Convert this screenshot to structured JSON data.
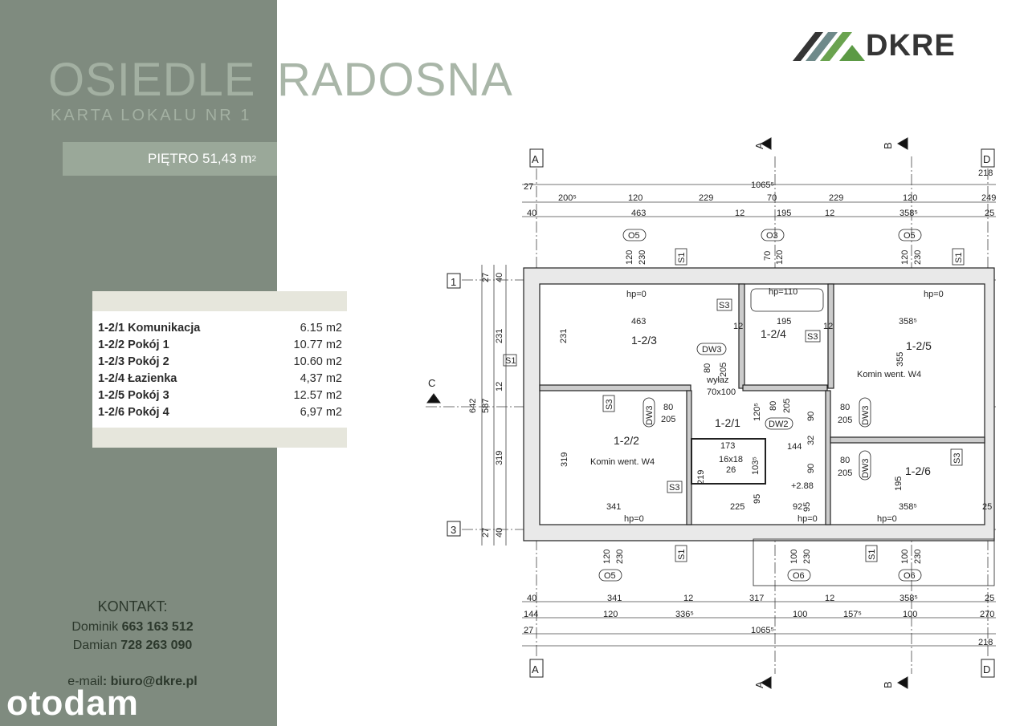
{
  "header": {
    "title_left": "OSIEDLE",
    "title_right": "RADOSNA",
    "subtitle": "KARTA LOKALU NR 1",
    "floor_label": "PIĘTRO  51,43 m",
    "floor_sup": "2"
  },
  "logo": {
    "text": "DKRE",
    "colors": {
      "dark": "#353535",
      "steel": "#6f8a8a",
      "green": "#6aa34f"
    }
  },
  "rooms": [
    {
      "name": "1-2/1 Komunikacja",
      "area": "6.15 m2"
    },
    {
      "name": "1-2/2 Pokój 1",
      "area": "10.77 m2"
    },
    {
      "name": "1-2/3 Pokój 2",
      "area": "10.60 m2"
    },
    {
      "name": "1-2/4 Łazienka",
      "area": "4,37 m2"
    },
    {
      "name": "1-2/5 Pokój 3",
      "area": "12.57 m2"
    },
    {
      "name": "1-2/6 Pokój 4",
      "area": "6,97 m2"
    }
  ],
  "contact": {
    "heading": "KONTAKT:",
    "people": [
      {
        "name": "Dominik",
        "phone": "663 163 512"
      },
      {
        "name": "Damian",
        "phone": "728 263 090"
      }
    ],
    "email_label": "e-mail",
    "email": ": biuro@dkre.pl"
  },
  "watermark": "otodam",
  "colors": {
    "panel": "#7f8b7f",
    "title": "#a9b6a8",
    "floor_box": "#9aa899",
    "table_band": "#e6e6dc"
  },
  "plan": {
    "axes": {
      "A": "A",
      "B": "B",
      "C": "C",
      "D": "D",
      "one": "1",
      "three": "3"
    },
    "top_row1": [
      "27",
      "1065⁵",
      "218"
    ],
    "top_row2": [
      "200⁵",
      "120",
      "229",
      "70",
      "229",
      "120",
      "249"
    ],
    "top_row3": [
      "40",
      "463",
      "12",
      "195",
      "12",
      "358⁵",
      "25"
    ],
    "bottom_row1": [
      "40",
      "341",
      "12",
      "317",
      "12",
      "358⁵",
      "25"
    ],
    "bottom_row2": [
      "144",
      "120",
      "336⁵",
      "100",
      "157⁵",
      "100",
      "270"
    ],
    "bottom_row3": [
      "27",
      "1065⁵",
      "218"
    ],
    "left_dims": [
      "27",
      "40",
      "231",
      "12",
      "319",
      "40",
      "27",
      "587",
      "642"
    ],
    "windows": {
      "o5": "O5",
      "o3": "O3",
      "o6": "O6"
    },
    "window_dims": {
      "d120": "120",
      "d230": "230",
      "d70": "70",
      "d100": "100"
    },
    "room_labels": [
      "1-2/1",
      "1-2/2",
      "1-2/3",
      "1-2/4",
      "1-2/5",
      "1-2/6"
    ],
    "room_dims": {
      "r463": "463",
      "r231": "231",
      "r195": "195",
      "r3585": "358⁵",
      "r355": "355",
      "r341": "341",
      "r319": "319",
      "r144": "144",
      "r173": "173",
      "r225": "225",
      "r92": "92",
      "r95": "95",
      "r219": "219",
      "r1035": "103⁵",
      "r1205": "120⁵",
      "r90": "90",
      "r32": "32",
      "r12": "12",
      "r25": "25"
    },
    "hp0": "hp=0",
    "hp110": "hp=110",
    "s1": "S1",
    "s3": "S3",
    "dw3": "DW3",
    "dw2": "DW2",
    "door_w": "80",
    "door_h": "205",
    "chimney": "Komin went. W4",
    "hatch": "wyłaz",
    "hatch_size": "70x100",
    "stairs": "16x18",
    "stairs_n": "26",
    "level": "+2.88"
  }
}
